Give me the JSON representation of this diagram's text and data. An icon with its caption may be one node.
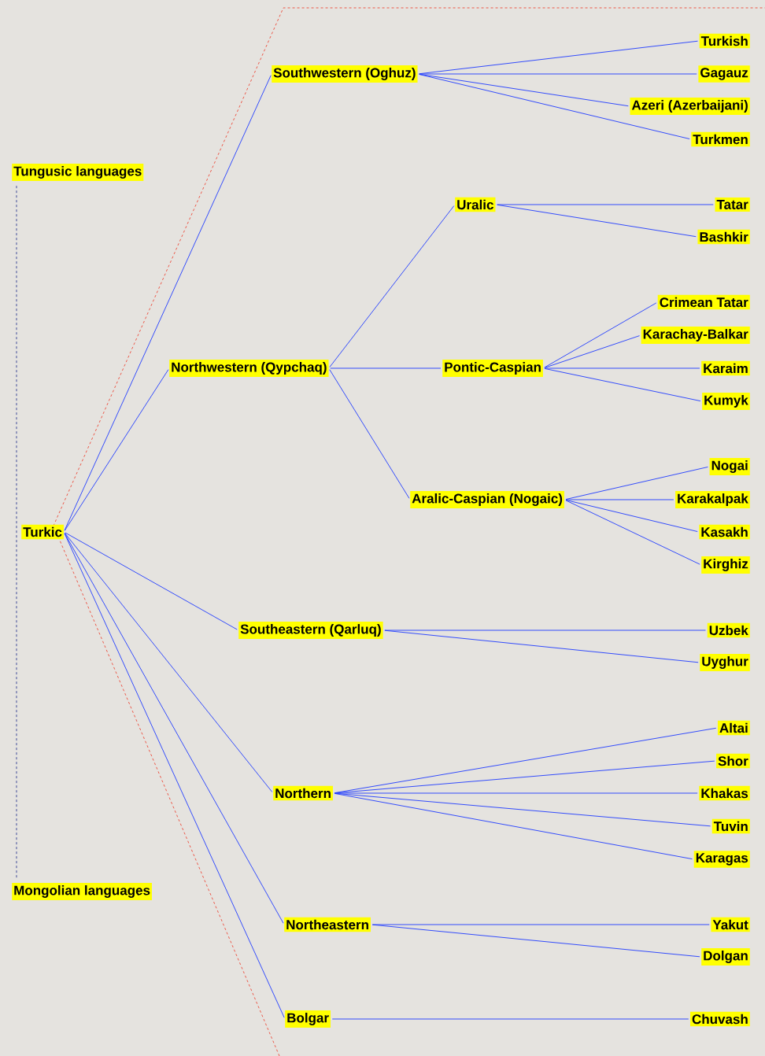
{
  "diagram": {
    "nodes": [
      {
        "text": [
          "Southwestern (Oghuz)"
        ]
      },
      {
        "text": [
          "Turkish"
        ]
      },
      {
        "text": [
          "Gagauz"
        ]
      },
      {
        "text": [
          "Azeri (Azerbaijani)"
        ]
      },
      {
        "text": [
          "Turkmen"
        ]
      },
      {
        "text": [
          "Tungusic languages"
        ]
      },
      {
        "text": [
          "Uralic"
        ]
      },
      {
        "text": [
          "Tatar"
        ]
      },
      {
        "text": [
          "Bashkir"
        ]
      },
      {
        "text": [
          "Crimean Tatar"
        ]
      },
      {
        "text": [
          "Karachay-Balkar"
        ]
      },
      {
        "text": [
          "Northwestern (Qypchaq)"
        ]
      },
      {
        "text": [
          "Pontic-Caspian"
        ]
      },
      {
        "text": [
          "Karaim"
        ]
      },
      {
        "text": [
          "Kumyk"
        ]
      },
      {
        "text": [
          "Nogai"
        ]
      },
      {
        "text": [
          "Aralic-Caspian (Nogaic)"
        ]
      },
      {
        "text": [
          "Karakalpak"
        ]
      },
      {
        "text": [
          "Turkic"
        ]
      },
      {
        "text": [
          "Kasakh"
        ]
      },
      {
        "text": [
          "Kirghiz"
        ]
      },
      {
        "text": [
          "Southeastern (Qarluq)"
        ]
      },
      {
        "text": [
          "Uzbek"
        ]
      },
      {
        "text": [
          "Uyghur"
        ]
      },
      {
        "text": [
          "Altai"
        ]
      },
      {
        "text": [
          "Shor"
        ]
      },
      {
        "text": [
          "Northern"
        ]
      },
      {
        "text": [
          "Khakas"
        ]
      },
      {
        "text": [
          "Tuvin"
        ]
      },
      {
        "text": [
          "Karagas"
        ]
      },
      {
        "text": [
          "Mongolian languages"
        ]
      },
      {
        "text": [
          "Northeastern"
        ]
      },
      {
        "text": [
          "Yakut"
        ]
      },
      {
        "text": [
          "Dolgan"
        ]
      },
      {
        "text": [
          "Bolgar"
        ]
      },
      {
        "text": [
          "Chuvash"
        ]
      }
    ],
    "edges": [
      {
        "from": 18,
        "to": 0,
        "arrow": "none"
      },
      {
        "from": 18,
        "to": 11,
        "arrow": "none"
      },
      {
        "from": 18,
        "to": 21,
        "arrow": "none"
      },
      {
        "from": 18,
        "to": 26,
        "arrow": "none"
      },
      {
        "from": 18,
        "to": 31,
        "arrow": "none"
      },
      {
        "from": 18,
        "to": 34,
        "arrow": "none"
      },
      {
        "from": 0,
        "to": 1,
        "arrow": "none"
      },
      {
        "from": 0,
        "to": 2,
        "arrow": "none"
      },
      {
        "from": 0,
        "to": 3,
        "arrow": "none"
      },
      {
        "from": 0,
        "to": 4,
        "arrow": "none"
      },
      {
        "from": 11,
        "to": 6,
        "arrow": "none"
      },
      {
        "from": 11,
        "to": 12,
        "arrow": "none"
      },
      {
        "from": 11,
        "to": 16,
        "arrow": "none"
      },
      {
        "from": 6,
        "to": 7,
        "arrow": "none"
      },
      {
        "from": 6,
        "to": 8,
        "arrow": "none"
      },
      {
        "from": 12,
        "to": 9,
        "arrow": "none"
      },
      {
        "from": 12,
        "to": 10,
        "arrow": "none"
      },
      {
        "from": 12,
        "to": 13,
        "arrow": "none"
      },
      {
        "from": 12,
        "to": 14,
        "arrow": "none"
      },
      {
        "from": 16,
        "to": 15,
        "arrow": "none"
      },
      {
        "from": 16,
        "to": 17,
        "arrow": "none"
      },
      {
        "from": 16,
        "to": 19,
        "arrow": "none"
      },
      {
        "from": 16,
        "to": 20,
        "arrow": "none"
      },
      {
        "from": 21,
        "to": 22,
        "arrow": "none"
      },
      {
        "from": 21,
        "to": 23,
        "arrow": "none"
      },
      {
        "from": 26,
        "to": 24,
        "arrow": "none"
      },
      {
        "from": 26,
        "to": 25,
        "arrow": "none"
      },
      {
        "from": 26,
        "to": 27,
        "arrow": "none"
      },
      {
        "from": 26,
        "to": 28,
        "arrow": "none"
      },
      {
        "from": 26,
        "to": 29,
        "arrow": "none"
      },
      {
        "from": 31,
        "to": 32,
        "arrow": "none"
      },
      {
        "from": 31,
        "to": 33,
        "arrow": "none"
      },
      {
        "from": 34,
        "to": 35,
        "arrow": "none"
      },
      {
        "from": 5,
        "to": 30,
        "arrow": "none",
        "style": "dashed",
        "color": "#2b3990"
      }
    ]
  }
}
